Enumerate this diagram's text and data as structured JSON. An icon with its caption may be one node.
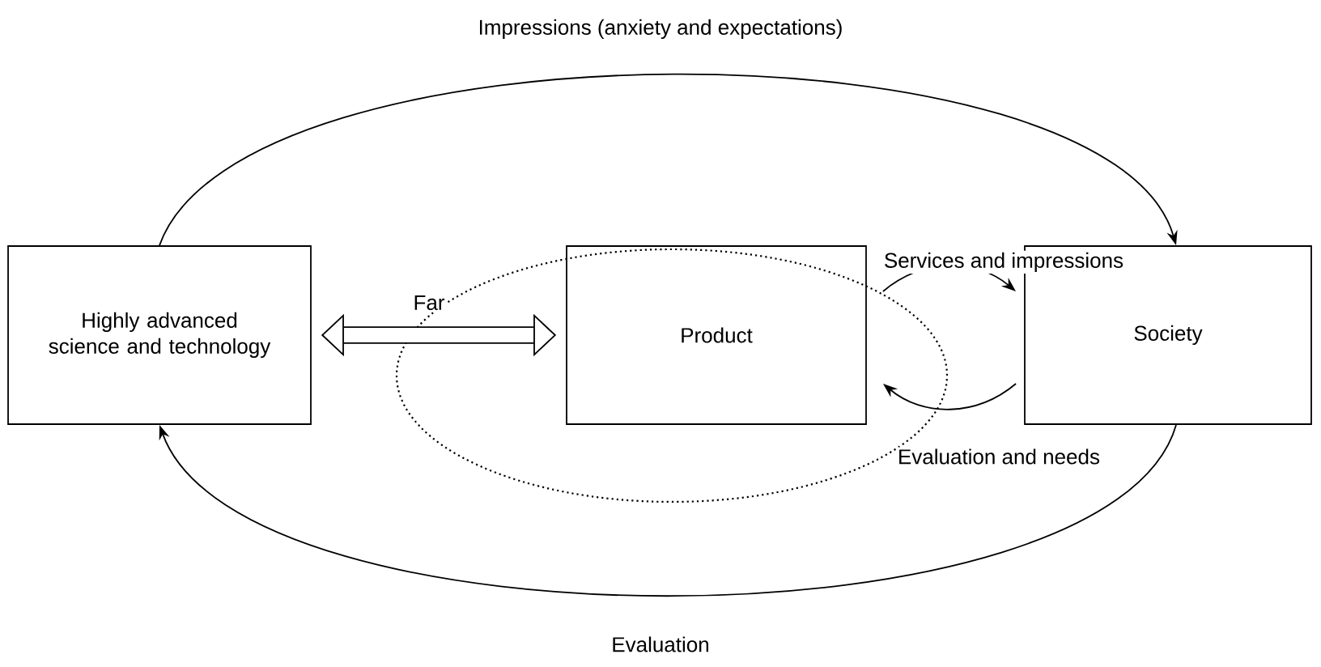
{
  "diagram": {
    "nodes": [
      {
        "text": [
          "Highly advanced science and technology"
        ]
      },
      {
        "text": [
          "Product"
        ]
      },
      {
        "text": [
          "Society"
        ]
      }
    ],
    "edges": [
      {
        "from": 0,
        "to": 1,
        "arrow": "both",
        "label": "Far",
        "style": "thick"
      },
      {
        "from": 1,
        "to": 2,
        "arrow": "to",
        "label": "Services and impressions"
      },
      {
        "from": 2,
        "to": 1,
        "arrow": "to",
        "label": "Evaluation and needs"
      },
      {
        "from": 0,
        "to": 2,
        "arrow": "to",
        "label": "Impressions (anxiety and expectations)"
      },
      {
        "from": 2,
        "to": 0,
        "arrow": "to",
        "label": "Evaluation"
      }
    ]
  }
}
